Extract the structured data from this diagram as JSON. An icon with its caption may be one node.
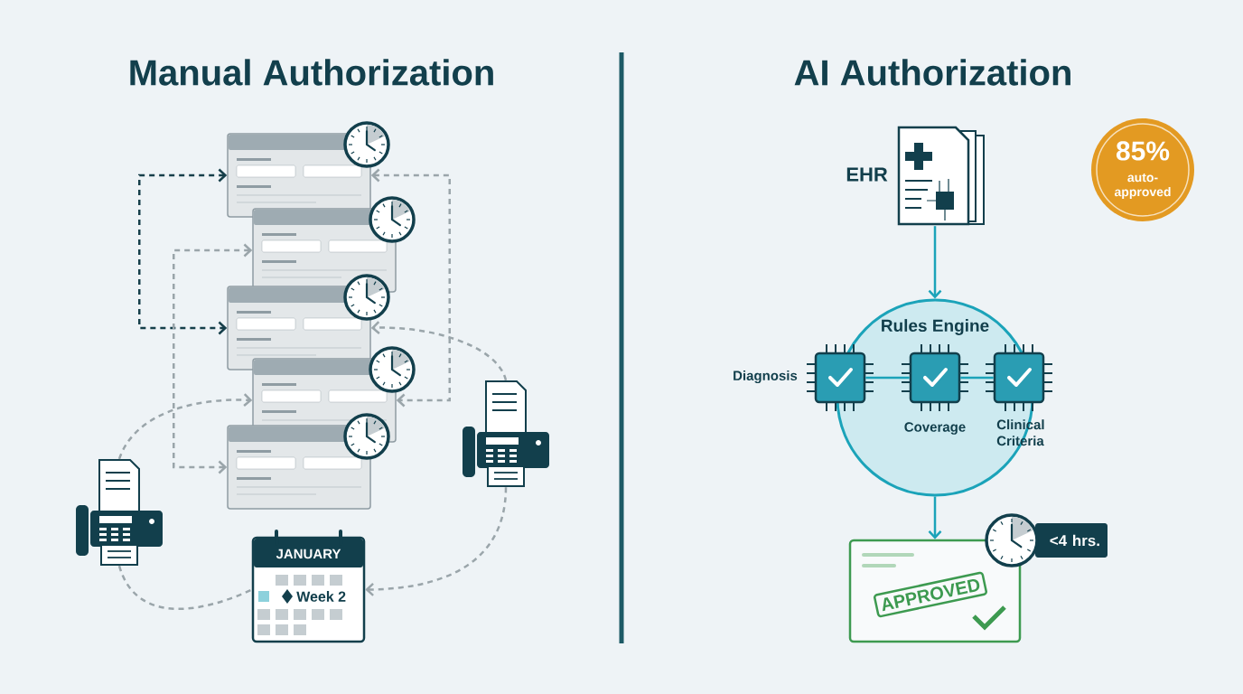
{
  "diagram": {
    "nodes": [
      {
        "text": [],
        "shape": "form"
      },
      {
        "text": [],
        "shape": "form"
      },
      {
        "text": [],
        "shape": "form"
      },
      {
        "text": [],
        "shape": "form"
      },
      {
        "text": [],
        "shape": "form"
      },
      {
        "text": [],
        "shape": "fax"
      },
      {
        "text": [],
        "shape": "fax"
      },
      {
        "text": [
          "JANUARY",
          "Week 2"
        ]
      },
      {
        "text": [],
        "shape": "document",
        "beside": [
          "EHR"
        ]
      },
      {
        "text": [
          "Rules Engine"
        ]
      },
      {
        "text": [],
        "shape": "chip",
        "beside": [
          "Diagnosis"
        ]
      },
      {
        "text": [],
        "shape": "chip",
        "beside": [
          "Coverage"
        ],
        "in": 9
      },
      {
        "text": [],
        "shape": "chip",
        "beside": [
          "Clinical Criteria"
        ]
      },
      {
        "text": [
          "APPROVED"
        ]
      },
      {
        "text": [
          "<4 hrs."
        ]
      },
      {
        "text": [
          "85%",
          "auto-approved"
        ]
      }
    ],
    "edges": [
      {
        "from": 0,
        "to": 2,
        "arrow": "both",
        "style": "dashed",
        "color": "#163f4a"
      },
      {
        "from": 0,
        "to": 3,
        "arrow": "both",
        "style": "dashed",
        "color": "#9aa5aa"
      },
      {
        "from": 1,
        "to": 4,
        "arrow": "both",
        "style": "dashed",
        "color": "#9aa5aa"
      },
      {
        "from": 6,
        "to": 2,
        "arrow": "to",
        "style": "dashed",
        "color": "#9aa5aa"
      },
      {
        "from": 5,
        "to": 3,
        "arrow": "to",
        "style": "dashed",
        "color": "#9aa5aa"
      },
      {
        "from": 5,
        "to": 7,
        "arrow": "none",
        "style": "dashed",
        "color": "#9aa5aa"
      },
      {
        "from": 6,
        "to": 7,
        "arrow": "to",
        "style": "dashed",
        "color": "#9aa5aa"
      },
      {
        "from": 8,
        "to": 9,
        "arrow": "to",
        "color": "#1ba3b9"
      },
      {
        "from": 10,
        "to": 11,
        "arrow": "none",
        "color": "#1ba3b9"
      },
      {
        "from": 11,
        "to": 12,
        "arrow": "none",
        "color": "#1ba3b9"
      },
      {
        "from": 9,
        "to": 13,
        "arrow": "to",
        "color": "#1ba3b9"
      }
    ],
    "labels": [
      "Manual Authorization",
      "AI Authorization"
    ]
  }
}
